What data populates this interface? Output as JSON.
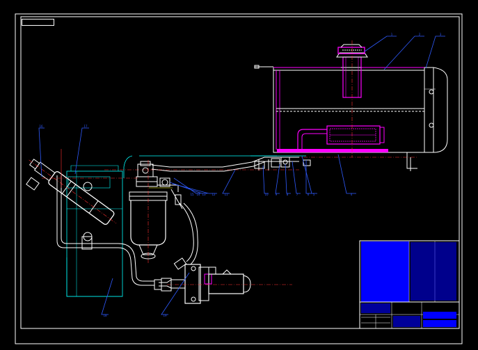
{
  "drawing": {
    "title_tag": "",
    "colors": {
      "background": "#000000",
      "frame": "#ffffff",
      "outline": "#ffffff",
      "hose": "#ffffff",
      "centerline": "#ff3030",
      "dimension": "#2f5bff",
      "magenta": "#ff00ff",
      "cyan": "#00ffff",
      "yellow": "#ffff00",
      "title_block": "#0000ff"
    },
    "balloons_upper": [
      "1",
      "2",
      "3"
    ],
    "balloons_mid": [
      "4",
      "5",
      "6",
      "7",
      "8",
      "9",
      "10",
      "11",
      "12",
      "13",
      "14",
      "15"
    ],
    "balloons_left": [
      "16",
      "17",
      "18",
      "19"
    ],
    "title_block": {
      "company": "",
      "drawing_name": "",
      "drawing_no": ""
    }
  }
}
